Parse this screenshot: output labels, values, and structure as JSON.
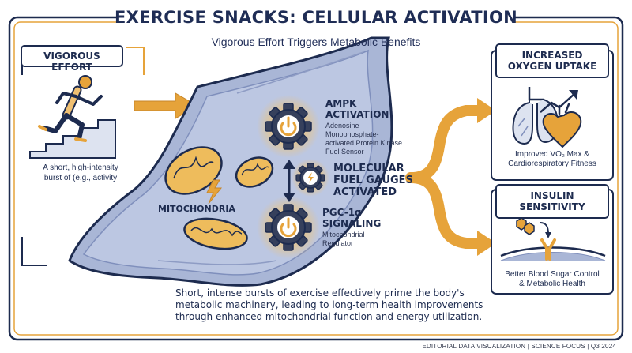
{
  "header": {
    "title": "EXERCISE SNACKS: CELLULAR ACTIVATION",
    "subtitle": "Vigorous Effort Triggers Metabolic Benefits"
  },
  "left_panel": {
    "label": "VIGOROUS EFFORT",
    "description_line1": "A short, high-intensity",
    "description_line2": "burst of (e.g., activity"
  },
  "cell": {
    "ampk": {
      "title_line1": "AMPK",
      "title_line2": "ACTIVATION",
      "desc_line1": "Adenosine",
      "desc_line2": "Monophosphate-",
      "desc_line3": "activated Protein Kinase",
      "desc_line4": "Fuel Sensor"
    },
    "gauges": {
      "line1": "MOLECULAR",
      "line2": "FUEL GAUGES",
      "line3": "ACTIVATED"
    },
    "pgc": {
      "title_line1": "PGC-1α",
      "title_line2": "SIGNALING",
      "desc_line1": "Mitochondrial",
      "desc_line2": "Regulator"
    },
    "mitochondria_label": "MITOCHONDRIA"
  },
  "right_top": {
    "label_line1": "INCREASED",
    "label_line2": "OXYGEN UPTAKE",
    "note_line1": "Improved VO₂ Max &",
    "note_line2": "Cardiorespiratory Fitness"
  },
  "right_bottom": {
    "label_line1": "INSULIN",
    "label_line2": "SENSITIVITY",
    "note_line1": "Better Blood Sugar Control",
    "note_line2": "& Metabolic Health"
  },
  "summary": {
    "line1": "Short, intense bursts of exercise effectively prime the body's",
    "line2": "metabolic machinery, leading to long-term health improvements",
    "line3": "through enhanced mitochondrial function and energy utilization."
  },
  "footer": "EDITORIAL DATA VISUALIZATION | SCIENCE FOCUS | Q3 2024",
  "colors": {
    "navy": "#1d2b4f",
    "orange": "#e6a33a",
    "cell_blue": "#a9b6d6",
    "cell_dark": "#8e9cc4",
    "mito_fill": "#eebc5c"
  },
  "icons": [
    "runner-icon",
    "stairs-icon",
    "gear-power-icon",
    "lightning-icon",
    "lungs-icon",
    "heart-icon",
    "glucose-icon",
    "receptor-icon"
  ]
}
